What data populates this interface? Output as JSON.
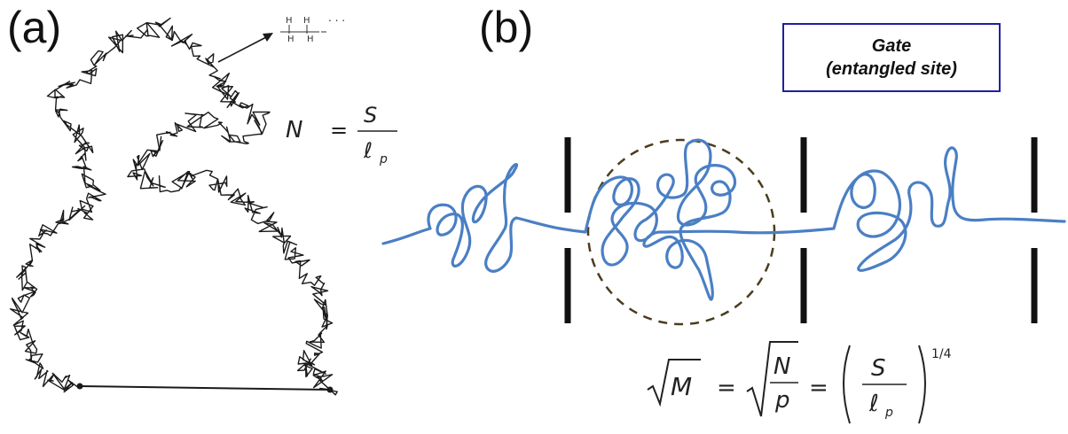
{
  "panel_a": {
    "label": "(a)",
    "monomer_sketch": "H H H H",
    "equation": {
      "lhs": "N",
      "op": "=",
      "numerator": "S",
      "denominator": "ℓ",
      "subscript": "p"
    }
  },
  "panel_b": {
    "label": "(b)",
    "gate_box": {
      "line1": "Gate",
      "line2": "(entangled site)",
      "border_color": "#2020a0"
    },
    "chain_color": "#4a7fc4",
    "entangled_circle_color": "#4a3c1e",
    "equation": {
      "lhs": "M",
      "op1": "=",
      "frac1_num": "N",
      "frac1_den": "p",
      "op2": "=",
      "frac2_num": "S",
      "frac2_den": "ℓ",
      "frac2_sub": "p",
      "exponent": "1/4"
    }
  }
}
